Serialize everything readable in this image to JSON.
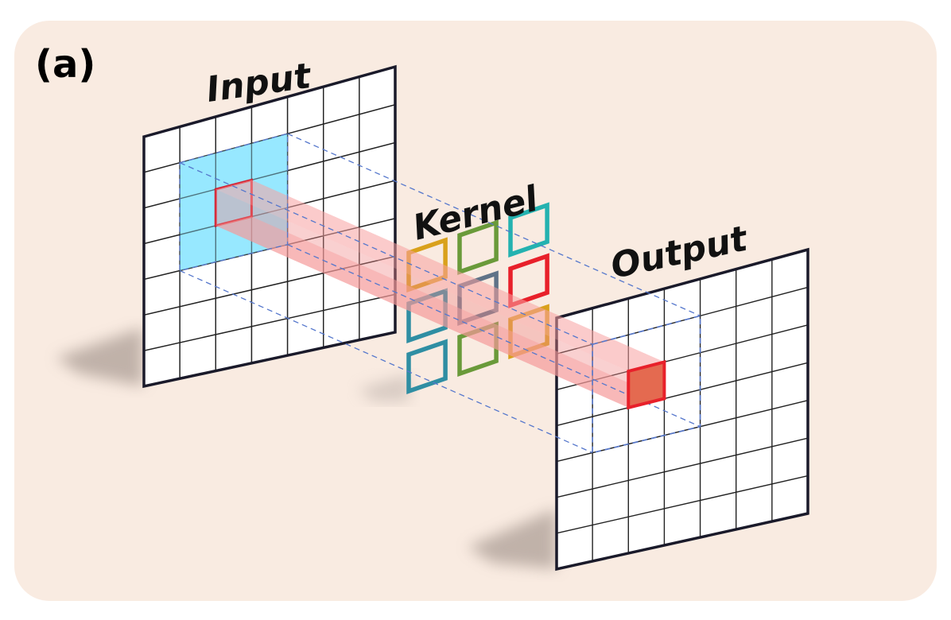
{
  "panel_label": "(a)",
  "labels": {
    "input": "Input",
    "kernel": "Kernel",
    "output": "Output"
  },
  "grid": {
    "rows": 7,
    "cols": 7
  },
  "input_window": {
    "row": 1,
    "col": 1,
    "size": 3
  },
  "output_cell": {
    "row": 2,
    "col": 2
  },
  "kernel_colors": [
    [
      "#d9a11c",
      "#6a9a3a",
      "#24b2b0"
    ],
    [
      "#2f8ea3",
      "#5f7388",
      "#e8202a"
    ],
    [
      "#2f8ea3",
      "#6a9a3a",
      "#d9a11c"
    ]
  ],
  "colors": {
    "background": "#f9ebe1",
    "input_window_fill": "#8ee6ff",
    "highlight_red": "#e8202a",
    "beam": "#f7a0a0",
    "dashed_lines": "#5577cc"
  }
}
